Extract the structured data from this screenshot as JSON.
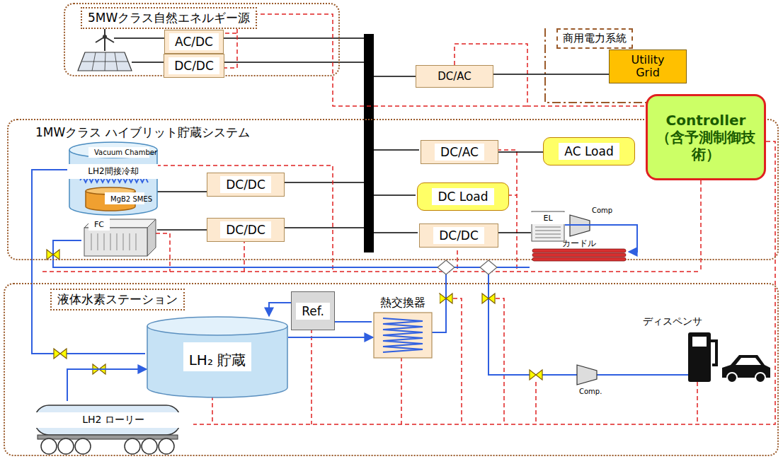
{
  "diagram": {
    "nodes": [
      {
        "text": [
          "5MWクラス自然エネルギー源"
        ]
      },
      {
        "text": [
          "AC/DC"
        ],
        "in": 0
      },
      {
        "text": [
          "DC/DC"
        ],
        "in": 0
      },
      {
        "text": [
          "DC/AC"
        ]
      },
      {
        "text": [
          "商用電力系統"
        ]
      },
      {
        "text": [
          "Utility Grid"
        ]
      },
      {
        "text": [
          "1MWクラス ハイブリット貯蔵システム"
        ]
      },
      {
        "text": [
          "Vacuum Chamber",
          "LH2間接冷却"
        ],
        "in": 6
      },
      {
        "text": [
          "MgB2 SMES"
        ],
        "in": 7
      },
      {
        "text": [
          "DC/DC"
        ],
        "in": 6
      },
      {
        "text": [
          "DC/AC"
        ],
        "in": 6
      },
      {
        "text": [
          "AC Load"
        ],
        "in": 6
      },
      {
        "text": [
          "DC Load"
        ],
        "in": 6
      },
      {
        "text": [
          "FC"
        ],
        "in": 6
      },
      {
        "text": [
          "DC/DC"
        ],
        "in": 6
      },
      {
        "text": [
          "DC/DC"
        ],
        "in": 6
      },
      {
        "text": [
          "EL"
        ],
        "in": 6
      },
      {
        "text": [
          "Controller",
          "（含予測制御技術）"
        ]
      },
      {
        "text": [
          "カードル"
        ]
      },
      {
        "text": [
          "液体水素ステーション"
        ]
      },
      {
        "text": [
          "LH₂ 貯蔵"
        ],
        "in": 19
      },
      {
        "text": [
          "Ref."
        ],
        "in": 19
      },
      {
        "text": [
          "熱交換器"
        ],
        "in": 19
      },
      {
        "text": [
          "ディスペンサ"
        ],
        "in": 19
      },
      {
        "text": [
          "LH2 ローリー"
        ],
        "in": 19
      }
    ],
    "edges": [
      {
        "from": 3,
        "to": 5,
        "arrow": "none"
      },
      {
        "from": 10,
        "to": 11,
        "arrow": "none"
      },
      {
        "from": 8,
        "to": 9,
        "arrow": "none"
      },
      {
        "from": 13,
        "to": 14,
        "arrow": "none"
      },
      {
        "from": 15,
        "to": 16,
        "arrow": "none"
      },
      {
        "from": 16,
        "to": 18,
        "arrow": "to"
      },
      {
        "from": 21,
        "to": 20,
        "arrow": "to"
      },
      {
        "from": 20,
        "to": 22,
        "arrow": "to"
      },
      {
        "from": 24,
        "to": 20,
        "arrow": "to"
      }
    ],
    "labels": [
      "Comp",
      "Comp."
    ]
  }
}
